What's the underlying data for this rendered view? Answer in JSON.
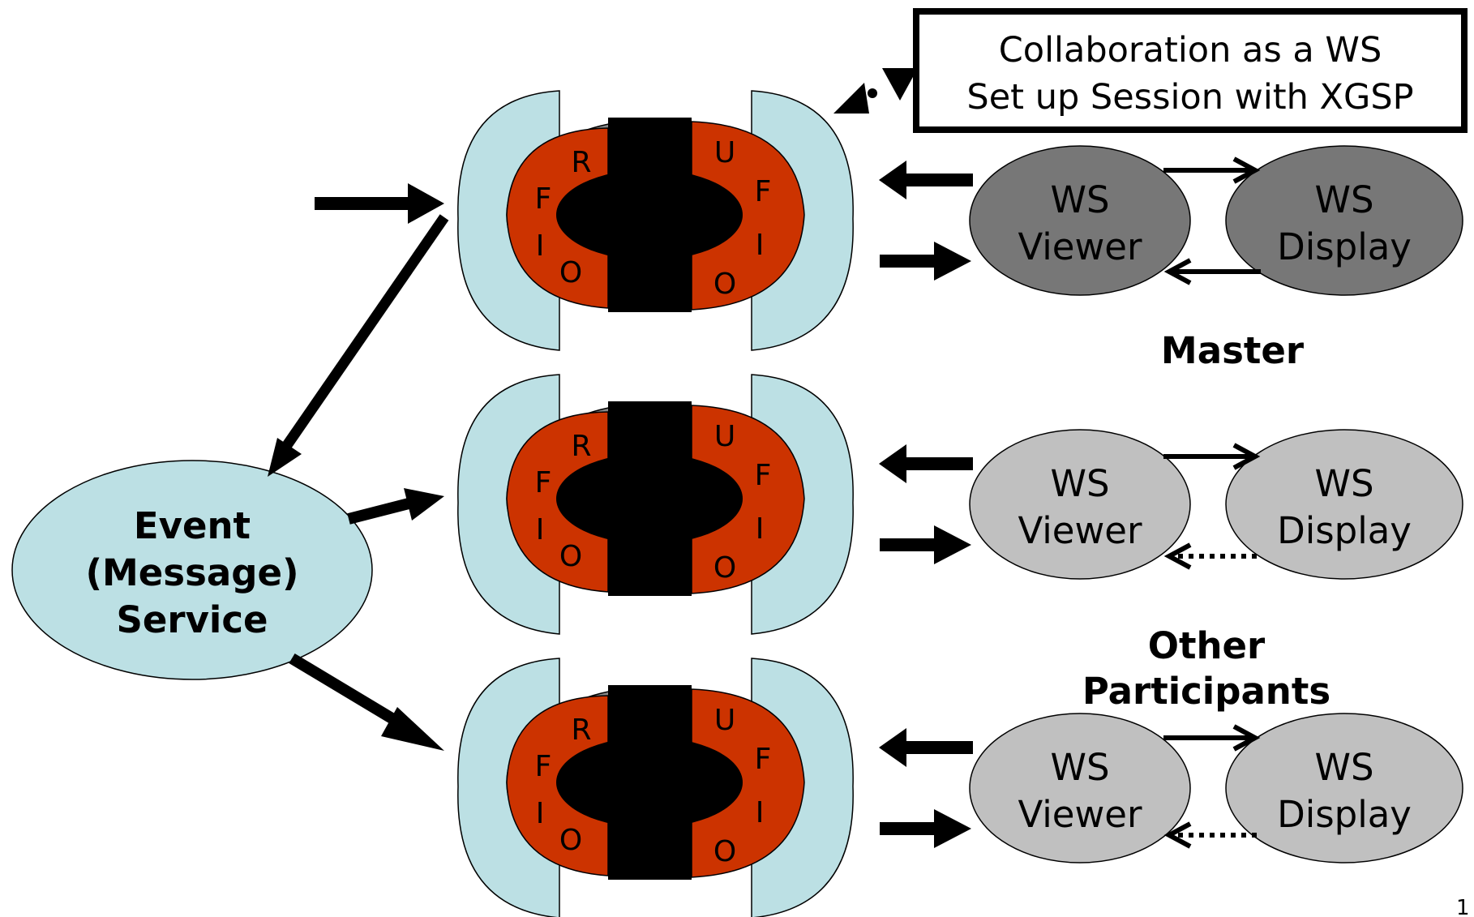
{
  "callout": {
    "line1": "Collaboration as a WS",
    "line2": "Set up Session with XGSP"
  },
  "event_service": {
    "line1": "Event",
    "line2": "(Message)",
    "line3": "Service"
  },
  "labels": {
    "master": "Master",
    "other_line1": "Other",
    "other_line2": "Participants"
  },
  "port_letters": {
    "r": "R",
    "f_left": "F",
    "i_left": "I",
    "o_left": "O",
    "u": "U",
    "f_right": "F",
    "i_right": "I",
    "o_right": "O"
  },
  "rows": [
    {
      "viewer_line1": "WS",
      "viewer_line2": "Viewer",
      "display_line1": "WS",
      "display_line2": "Display",
      "role": "master",
      "fill": "#777777",
      "return_style": "solid"
    },
    {
      "viewer_line1": "WS",
      "viewer_line2": "Viewer",
      "display_line1": "WS",
      "display_line2": "Display",
      "role": "participant",
      "fill": "#c0c0c0",
      "return_style": "dotted"
    },
    {
      "viewer_line1": "WS",
      "viewer_line2": "Viewer",
      "display_line1": "WS",
      "display_line2": "Display",
      "role": "participant",
      "fill": "#c0c0c0",
      "return_style": "dotted"
    }
  ],
  "colors": {
    "shell": "#bce0e4",
    "port_ring": "#cc3300",
    "core": "#000000",
    "event_service": "#bce0e4",
    "master_ellipse": "#777777",
    "participant_ellipse": "#c0c0c0"
  },
  "page_number": "1"
}
